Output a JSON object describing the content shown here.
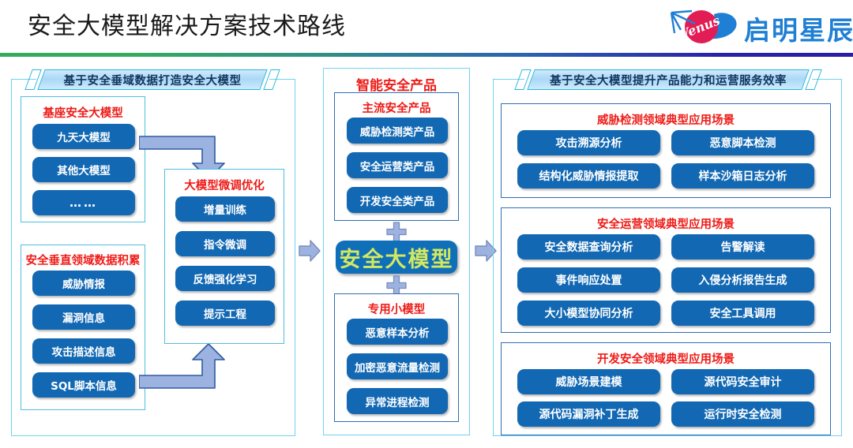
{
  "header": {
    "title": "安全大模型解决方案技术路线",
    "logo_text": "启明星辰",
    "logo_mark_text": "Venus",
    "rule_colors": [
      "#34ab5e",
      "#2f8f86",
      "#2b61b4",
      "#2a1fa2"
    ],
    "accent_red": "#ee1c18",
    "accent_blue": "#1268b3",
    "hero_text_color": "#d4e85f"
  },
  "left_zone": {
    "banner": "基于安全垂域数据打造安全大模型",
    "base_model_panel": {
      "title": "基座安全大模型",
      "items": [
        "九天大模型",
        "其他大模型",
        "……"
      ]
    },
    "data_panel": {
      "title": "安全垂直领域数据积累",
      "items": [
        "威胁情报",
        "漏洞信息",
        "攻击描述信息",
        "SQL脚本信息"
      ]
    },
    "tuning_panel": {
      "title": "大模型微调优化",
      "items": [
        "增量训练",
        "指令微调",
        "反馈强化学习",
        "提示工程"
      ]
    }
  },
  "center_zone": {
    "title": "智能安全产品",
    "mainstream_panel": {
      "title": "主流安全产品",
      "items": [
        "威胁检测类产品",
        "安全运营类产品",
        "开发安全类产品"
      ]
    },
    "hero": "安全大模型",
    "small_model_panel": {
      "title": "专用小模型",
      "items": [
        "恶意样本分析",
        "加密恶意流量检测",
        "异常进程检测"
      ]
    },
    "plus_symbol": "+"
  },
  "right_zone": {
    "banner": "基于安全大模型提升产品能力和运营服务效率",
    "panels": [
      {
        "title": "威胁检测领域典型应用场景",
        "items": [
          "攻击溯源分析",
          "恶意脚本检测",
          "结构化威胁情报提取",
          "样本沙箱日志分析"
        ]
      },
      {
        "title": "安全运营领域典型应用场景",
        "items": [
          "安全数据查询分析",
          "告警解读",
          "事件响应处置",
          "入侵分析报告生成",
          "大小模型协同分析",
          "安全工具调用"
        ]
      },
      {
        "title": "开发安全领域典型应用场景",
        "items": [
          "威胁场景建模",
          "源代码安全审计",
          "源代码漏洞补丁生成",
          "运行时安全检测"
        ]
      }
    ]
  }
}
